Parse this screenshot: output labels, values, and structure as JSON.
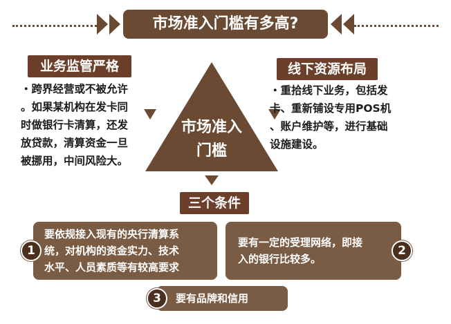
{
  "title": "市场准入门槛有多高?",
  "center": {
    "line1": "市场准入",
    "line2": "门槛"
  },
  "left_block": {
    "label": "业务监管严格",
    "lines": [
      "・跨界经营或不被允许",
      "。如果某机构在发卡同",
      "时做银行卡清算，还发",
      "放贷款，清算资金一旦",
      "被挪用，中间风险大。"
    ]
  },
  "right_block": {
    "label": "线下资源布局",
    "lines": [
      "・重拾线下业务，包括发",
      "卡、重新铺设专用POS机",
      "、账户维护等，进行基础",
      "设施建设。"
    ]
  },
  "conditions_label": "三个条件",
  "conditions": [
    {
      "num": "1",
      "lines": [
        "要依规接入现有的央行清算系",
        "统，对机构的资金实力、技术",
        "水平、人员素质等有较高要求"
      ]
    },
    {
      "num": "2",
      "lines": [
        "要有一定的受理网络，即接",
        "入的银行比较多。"
      ]
    },
    {
      "num": "3",
      "lines": [
        "要有品牌和信用"
      ]
    }
  ],
  "colors": {
    "dark_brown": "#6b4a34",
    "label_brown": "#6b3f29",
    "card_brown": "#7a5b43",
    "badge_brown": "#4a2e1e"
  }
}
